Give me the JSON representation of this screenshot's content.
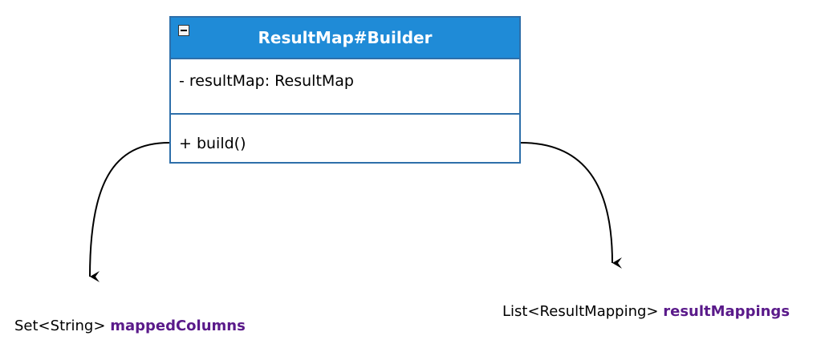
{
  "class_box": {
    "title": "ResultMap#Builder",
    "attribute": "- resultMap:  ResultMap",
    "method": "+ build()"
  },
  "outputs": [
    {
      "type": "Set<String>",
      "field": "mappedColumns"
    },
    {
      "type": "List<ResultMapping>",
      "field": "resultMappings"
    }
  ],
  "colors": {
    "header": "#1f8bd7",
    "border": "#2e6faa",
    "field_text": "#5a1a8a"
  }
}
